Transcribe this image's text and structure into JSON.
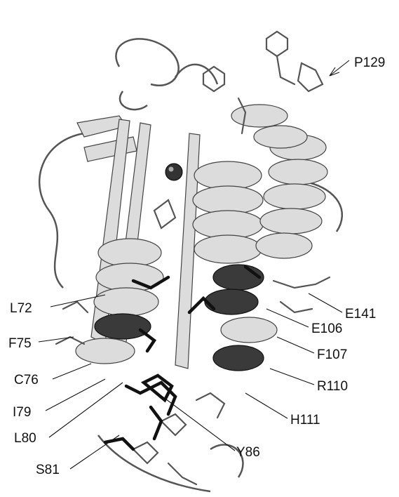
{
  "labels": {
    "P129": "P129",
    "L72": "L72",
    "E141": "E141",
    "E106": "E106",
    "F75": "F75",
    "F107": "F107",
    "C76": "C76",
    "R110": "R110",
    "I79": "I79",
    "H111": "H111",
    "L80": "L80",
    "Y86": "Y86",
    "S81": "S81"
  }
}
